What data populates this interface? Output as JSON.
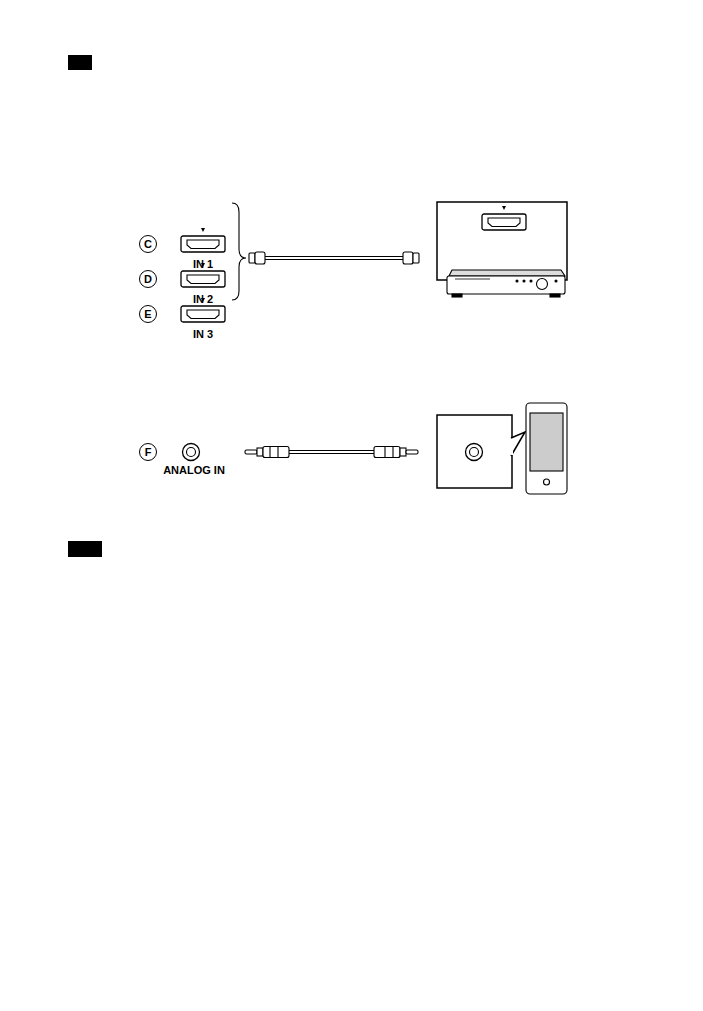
{
  "diagram": {
    "nodes": [
      {
        "text": [
          "C"
        ]
      },
      {
        "text": [
          "D"
        ]
      },
      {
        "text": [
          "E"
        ]
      },
      {
        "text": [
          "F"
        ]
      }
    ],
    "labels": [
      "IN 1",
      "IN 2",
      "IN 3",
      "ANALOG IN"
    ]
  }
}
